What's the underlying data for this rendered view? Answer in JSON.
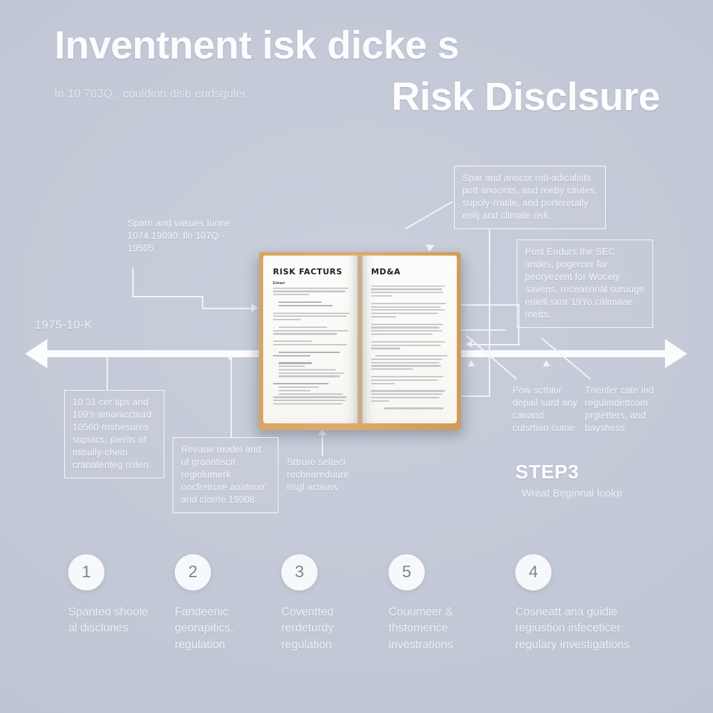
{
  "header": {
    "title_line1": "Inventnent isk dicke s",
    "title_line2": "Risk Disclsure",
    "subtitle": "In 10 703Q ; couldion disb endsguler"
  },
  "timeline": {
    "axis_label_left": "1975-10-K",
    "arrow_left_icon": "arrow-left-icon",
    "arrow_right_icon": "arrow-right-icon"
  },
  "book": {
    "left_page_title": "RISK FACTURS",
    "left_page_subhead": "Extract",
    "right_page_title": "MD&A",
    "cover_color": "#d8a464"
  },
  "callouts": {
    "top_left": "Sparn and vasues lurine 1074.19090: lln 107Q - 19505.",
    "top_right_1": "Spar and anscor roti-adicalists pott anocints, and reeby citutes, supoly-rratile, and porteretally erilij and climate risk.",
    "top_right_2": "Post Endurs the SEC andes, pogercer for peoryezent for Wocely savens, receasonal suruuge eniell sxor 19Yo calimaae metts.",
    "bottom_left_1": "10 31 cer tips and 109's amoriicctiord 10560 rnshesures supolcs, pierits of misully-chein cranatenteg rislen.",
    "bottom_left_2": "Revaue model and of groantiscit regiolumerk oocfretrure aoatnon' and clorrle 19008",
    "bottom_center": "Sttrure seltecl recheareduure risgl actions",
    "bottom_right_1": "Pow scthlor depail sard any canand cutsrtion cume",
    "bottom_right_2": "Tnenfer cate ind regulmdettcom prgietters, and bayshess"
  },
  "step_block": {
    "title": "STEP3",
    "subtitle": "· Wreat Beginnal lookp"
  },
  "steps": [
    {
      "number": "1",
      "text": "Spanted shoole al disclunes"
    },
    {
      "number": "2",
      "text": "Fandeenic georapitics, regulation"
    },
    {
      "number": "3",
      "text": "Coventted rerdeturdy regulation"
    },
    {
      "number": "5",
      "text": "Couumeer & thstomerice investrations"
    },
    {
      "number": "4",
      "text": "Cosneatt ana guidle regiustion infeceticer regulary investigations"
    }
  ],
  "colors": {
    "background": "#c3c9d6",
    "ink_white": "#fbfcfe",
    "book_cover": "#d8a464",
    "circle_fill": "#f7f8fb"
  }
}
